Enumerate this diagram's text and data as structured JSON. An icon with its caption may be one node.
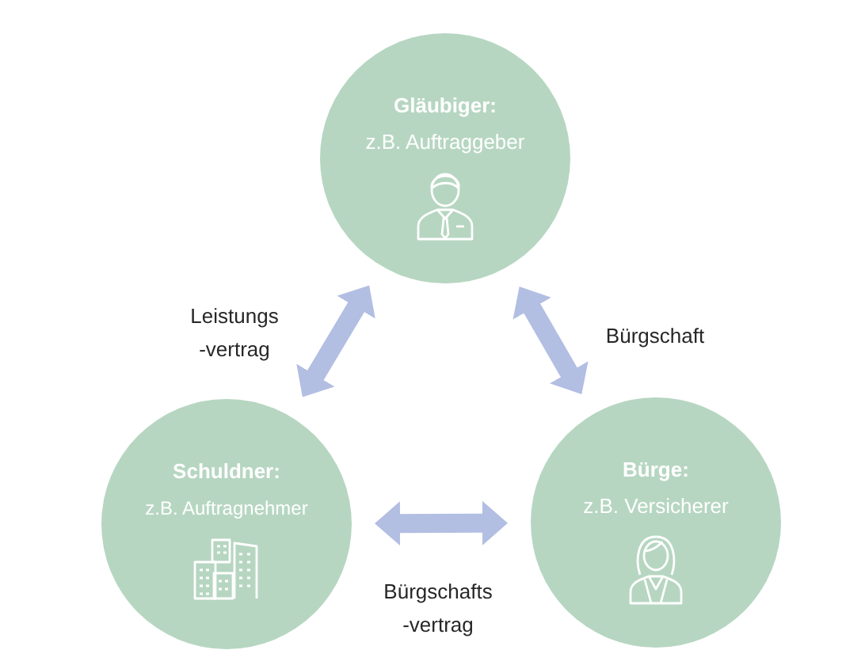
{
  "diagram": {
    "nodes": [
      {
        "text": [
          "Gläubiger:",
          "z.B. Auftraggeber"
        ]
      },
      {
        "text": [
          "Schuldner:",
          "z.B. Auftragnehmer"
        ]
      },
      {
        "text": [
          "Bürge:",
          "z.B. Versicherer"
        ]
      }
    ],
    "edges": [
      {
        "from": 0,
        "to": 1,
        "arrow": "both",
        "label": "Leistungs -vertrag"
      },
      {
        "from": 0,
        "to": 2,
        "arrow": "both",
        "label": "Bürgschaft"
      },
      {
        "from": 1,
        "to": 2,
        "arrow": "both",
        "label": "Bürgschafts -vertrag"
      }
    ]
  }
}
